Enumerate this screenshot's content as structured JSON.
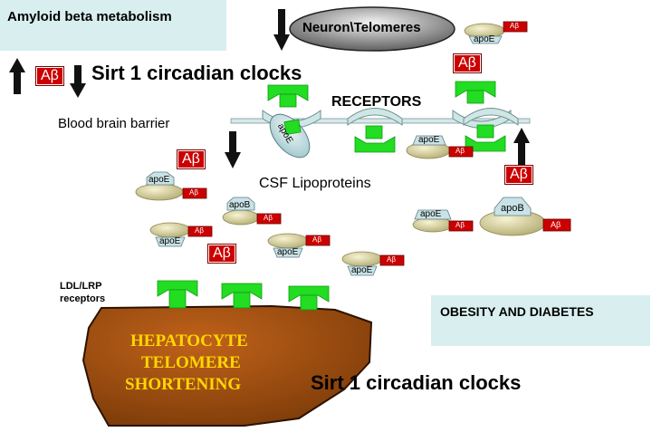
{
  "labels": {
    "amyloid_title": "Amyloid beta metabolism",
    "sirt1_top": "Sirt 1 circadian clocks",
    "neuron_telomeres": "Neuron\\Telomeres",
    "receptors": "RECEPTORS",
    "blood_brain_barrier": "Blood brain barrier",
    "csf_lipoproteins": "CSF Lipoproteins",
    "ldl_lrp_line1": "LDL/LRP",
    "ldl_lrp_line2": "receptors",
    "obesity_diabetes": "OBESITY AND DIABETES",
    "hepatocyte_line1": "HEPATOCYTE",
    "hepatocyte_line2": "TELOMERE",
    "hepatocyte_line3": "SHORTENING",
    "sirt1_bottom": "Sirt 1 circadian clocks"
  },
  "tags": {
    "abeta": "Aβ",
    "apoe": "apoE",
    "apob": "apoB"
  },
  "colors": {
    "receptor_green": "#22dd22",
    "abeta_red": "#cc0000",
    "hepatocyte_brown": "#9a4a0c",
    "hepatocyte_text": "#ffd700",
    "info_box": "#d9efef",
    "lipoprotein": "#d8d2a0"
  }
}
